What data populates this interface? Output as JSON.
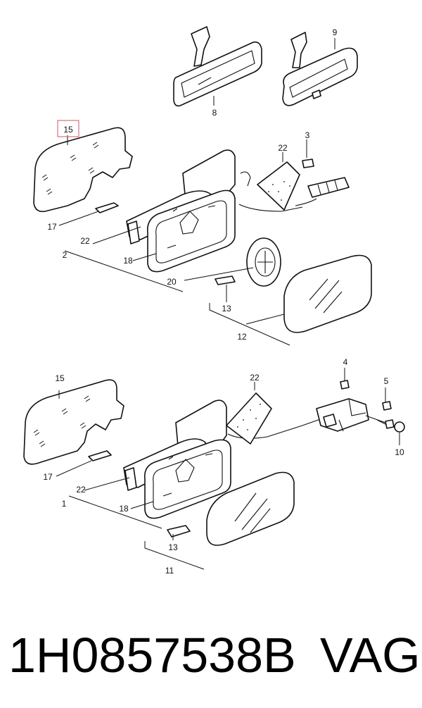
{
  "callouts": [
    "15",
    "17",
    "22",
    "2",
    "18",
    "20",
    "13",
    "12",
    "8",
    "9",
    "3",
    "22",
    "15",
    "17",
    "22",
    "1",
    "18",
    "13",
    "11",
    "22",
    "4",
    "5",
    "10"
  ],
  "footer": {
    "part_number": "1H0857538B",
    "brand": "VAG"
  },
  "colors": {
    "highlight": "#d9707a",
    "ink": "#111111"
  }
}
